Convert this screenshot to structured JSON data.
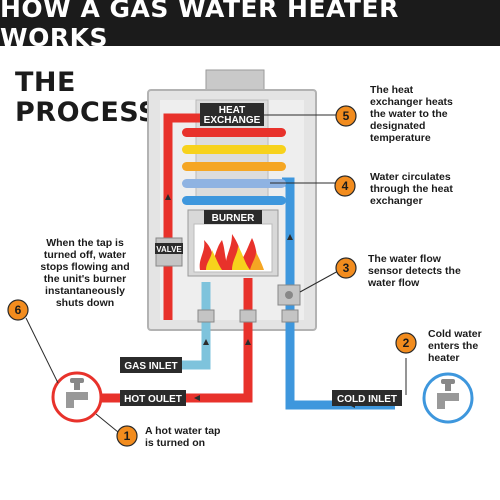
{
  "title": "HOW A GAS WATER HEATER WORKS",
  "subtitle_line1": "THE",
  "subtitle_line2": "PROCESS",
  "components": {
    "heat_exchange_line1": "HEAT",
    "heat_exchange_line2": "EXCHANGE",
    "burner": "BURNER",
    "valve": "VALVE",
    "gas_inlet": "GAS INLET",
    "hot_outlet": "HOT OULET",
    "cold_inlet": "COLD INLET"
  },
  "steps": [
    {
      "number": "1",
      "line1": "A hot water tap",
      "line2": "is turned on"
    },
    {
      "number": "2",
      "line1": "Cold water",
      "line2": "enters the",
      "line3": "heater"
    },
    {
      "number": "3",
      "line1": "The water flow",
      "line2": "sensor detects the",
      "line3": "water flow"
    },
    {
      "number": "4",
      "line1": "Water circulates",
      "line2": "through the heat",
      "line3": "exchanger"
    },
    {
      "number": "5",
      "line1": "The heat",
      "line2": "exchanger heats",
      "line3": "the water to the",
      "line4": "designated",
      "line5": "temperature"
    },
    {
      "number": "6",
      "line1": "When the tap is",
      "line2": "turned off, water",
      "line3": "stops flowing and",
      "line4": "the unit's burner",
      "line5": "instantaneously",
      "line6": "shuts down"
    }
  ],
  "colors": {
    "hot_pipe": "#e8322b",
    "cold_pipe": "#3e97dd",
    "gas_pipe": "#7ec3dc",
    "step_badge": "#f28c1e",
    "label_bg": "#2b2b2b",
    "coil_yellow": "#f7d21c",
    "coil_orange": "#f5a623",
    "coil_blue": "#8fb3e2"
  },
  "icons": [
    "hot-tap-icon",
    "cold-tap-icon",
    "flame-icon",
    "flow-arrow-icon",
    "flow-sensor-icon"
  ]
}
